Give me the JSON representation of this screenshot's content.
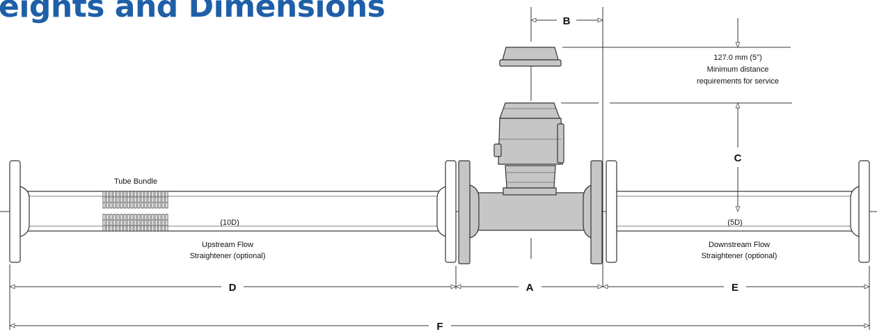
{
  "title": "eights and Dimensions",
  "dimensions": {
    "A": "A",
    "B": "B",
    "C": "C",
    "D": "D",
    "E": "E",
    "F": "F"
  },
  "labels": {
    "tube_bundle": "Tube Bundle",
    "upstream_diameters": "(10D)",
    "downstream_diameters": "(5D)",
    "upstream_line1": "Upstream Flow",
    "upstream_line2": "Straightener (optional)",
    "downstream_line1": "Downstream Flow",
    "downstream_line2": "Straightener (optional)",
    "service_distance": "127.0 mm (5\")",
    "service_line2": "Minimum distance",
    "service_line3": "requirements for service"
  }
}
